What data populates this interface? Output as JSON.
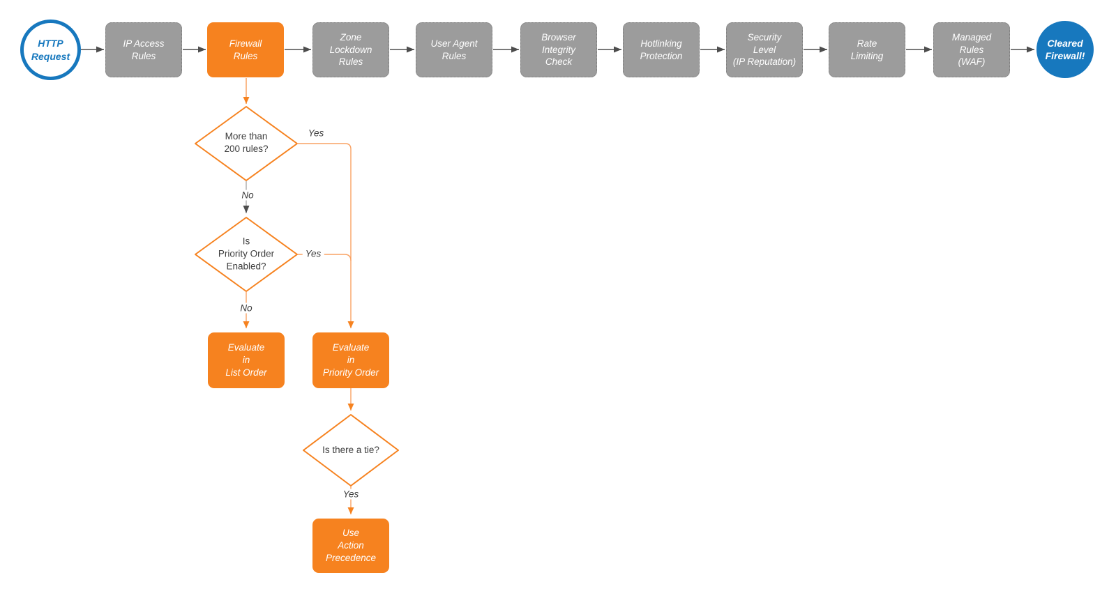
{
  "colors": {
    "orange": "#F6821F",
    "orange_line": "#F9A263",
    "blue": "#1778BE",
    "gray_box": "#9C9C9C",
    "arrow_gray": "#4D4D4D",
    "text_dark": "#3D3D3D"
  },
  "pipeline": {
    "start_label": "HTTP\nRequest",
    "steps": [
      {
        "label": "IP Access\nRules"
      },
      {
        "label": "Firewall\nRules",
        "highlighted": true
      },
      {
        "label": "Zone\nLockdown\nRules"
      },
      {
        "label": "User Agent\nRules"
      },
      {
        "label": "Browser\nIntegrity\nCheck"
      },
      {
        "label": "Hotlinking\nProtection"
      },
      {
        "label": "Security\nLevel\n(IP Reputation)"
      },
      {
        "label": "Rate\nLimiting"
      },
      {
        "label": "Managed\nRules\n(WAF)"
      }
    ],
    "end_label": "Cleared\nFirewall!"
  },
  "decision_flow": {
    "decision_rules_count": {
      "question": "More than\n200 rules?",
      "yes_label": "Yes",
      "no_label": "No"
    },
    "decision_priority_enabled": {
      "question": "Is\nPriority Order\nEnabled?",
      "yes_label": "Yes",
      "no_label": "No"
    },
    "decision_tie": {
      "question": "Is there a tie?",
      "yes_label": "Yes"
    },
    "action_list_order": {
      "label": "Evaluate\nin\nList Order"
    },
    "action_priority_order": {
      "label": "Evaluate\nin\nPriority Order"
    },
    "action_precedence": {
      "label": "Use\nAction\nPrecedence"
    }
  }
}
